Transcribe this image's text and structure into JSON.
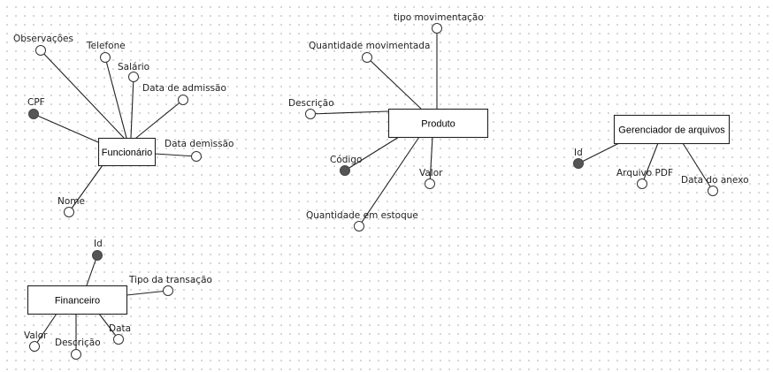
{
  "diagram": {
    "type": "er-diagram",
    "entities": [
      {
        "id": "funcionario",
        "label": "Funcionário",
        "attributes": [
          {
            "label": "Observações",
            "key": false
          },
          {
            "label": "Telefone",
            "key": false
          },
          {
            "label": "Salário",
            "key": false
          },
          {
            "label": "Data de admissão",
            "key": false
          },
          {
            "label": "CPF",
            "key": true
          },
          {
            "label": "Data demissão",
            "key": false
          },
          {
            "label": "Nome",
            "key": false
          }
        ]
      },
      {
        "id": "produto",
        "label": "Produto",
        "attributes": [
          {
            "label": "tipo movimentação",
            "key": false
          },
          {
            "label": "Quantidade movimentada",
            "key": false
          },
          {
            "label": "Descrição",
            "key": false
          },
          {
            "label": "Código",
            "key": true
          },
          {
            "label": "Valor",
            "key": false
          },
          {
            "label": "Quantidade em estoque",
            "key": false
          }
        ]
      },
      {
        "id": "gerenciador",
        "label": "Gerenciador de arquivos",
        "attributes": [
          {
            "label": "Id",
            "key": true
          },
          {
            "label": "Arquivo PDF",
            "key": false
          },
          {
            "label": "Data do anexo",
            "key": false
          }
        ]
      },
      {
        "id": "financeiro",
        "label": "Financeiro",
        "attributes": [
          {
            "label": "Id",
            "key": true
          },
          {
            "label": "Tipo da transação",
            "key": false
          },
          {
            "label": "Valor",
            "key": false
          },
          {
            "label": "Descrição",
            "key": false
          },
          {
            "label": "Data",
            "key": false
          }
        ]
      }
    ]
  }
}
